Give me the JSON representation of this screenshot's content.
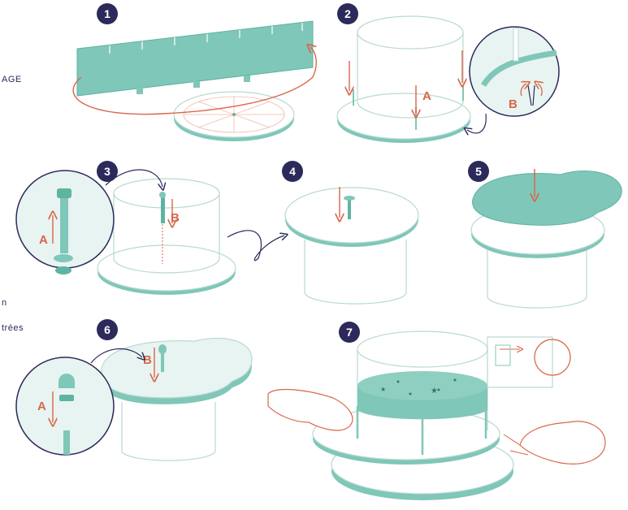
{
  "side_texts": [
    "AGE",
    "n",
    "trées"
  ],
  "steps": [
    "1",
    "2",
    "3",
    "4",
    "5",
    "6",
    "7"
  ],
  "labels": {
    "step2_A": "A",
    "step2_B": "B",
    "step3_A": "A",
    "step3_B": "B",
    "step6_A": "A",
    "step6_B": "B"
  },
  "colors": {
    "teal": "#7fc7b8",
    "teal_light": "#e8f4f1",
    "teal_dark": "#5fb3a3",
    "orange": "#d9654a",
    "navy": "#2c2a5a",
    "outline": "#b9d9d2"
  }
}
